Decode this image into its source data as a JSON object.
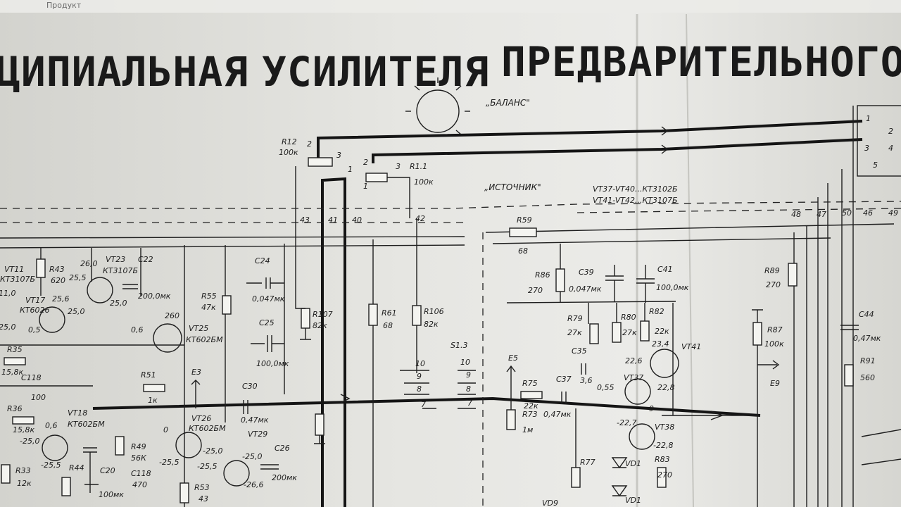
{
  "window": {
    "menu_label": "Продукт"
  },
  "diagram": {
    "title_parts": [
      "ЦИПИАЛЬНАЯ",
      "УСИЛИТЕЛЯ",
      "ПРЕДВАРИТЕЛЬНОГО"
    ],
    "knob_label": "„БАЛАНС\"",
    "source_label": "„ИСТОЧНИК\"",
    "transistor_note_1": "VT37-VT40...КТ3102Б",
    "transistor_note_2": "VT41-VT42...КТ3107Б",
    "r12": {
      "name": "R12",
      "value": "100к"
    },
    "r11": {
      "name": "R1.1",
      "value": "100к"
    },
    "r59": {
      "name": "R59",
      "value": "68"
    },
    "r43": {
      "name": "R43",
      "value": "620"
    },
    "c22": {
      "name": "C22",
      "value": "200,0мк"
    },
    "c24": {
      "name": "C24",
      "value": "0,047мк"
    },
    "c25": {
      "name": "C25",
      "value": "100,0мк"
    },
    "r55": {
      "name": "R55",
      "value": "47к"
    },
    "r107": {
      "name": "R107",
      "value": "82к"
    },
    "r61": {
      "name": "R61",
      "value": "68"
    },
    "r106": {
      "name": "R106",
      "value": "82к"
    },
    "r86": {
      "name": "R86",
      "value": "270"
    },
    "c39": {
      "name": "C39",
      "value": "0,047мк"
    },
    "c41": {
      "name": "C41",
      "value": "100,0мк"
    },
    "r89": {
      "name": "R89",
      "value": "270"
    },
    "c44": {
      "name": "C44",
      "value": "0,47мк"
    },
    "r79": {
      "name": "R79",
      "value": "27к"
    },
    "r80": {
      "name": "R80",
      "value": "27к"
    },
    "r82": {
      "name": "R82",
      "value": "22к"
    },
    "r87": {
      "name": "R87",
      "value": "100к"
    },
    "r91": {
      "name": "R91",
      "value": "560"
    },
    "r35": {
      "name": "R35",
      "value": "15,8к"
    },
    "r36": {
      "name": "R36",
      "value": "15,8к"
    },
    "r51": {
      "name": "R51",
      "value": "1к"
    },
    "c30": {
      "name": "C30",
      "value": "0,47мк"
    },
    "c26": {
      "name": "C26",
      "value": "200мк"
    },
    "r49": {
      "name": "R49",
      "value": "56К"
    },
    "c18b": {
      "name": "C118",
      "value": "470"
    },
    "r53": {
      "name": "R53",
      "value": "43"
    },
    "r33": {
      "name": "R33",
      "value": "12к"
    },
    "r44": {
      "name": "R44",
      "value": ""
    },
    "c20": {
      "name": "C20",
      "value": "100мк"
    },
    "r75": {
      "name": "R75",
      "value": "22к"
    },
    "c37": {
      "name": "C37",
      "value": "0,47мк"
    },
    "r73": {
      "name": "R73",
      "value": "1м"
    },
    "r77": {
      "name": "R77",
      "value": ""
    },
    "r83": {
      "name": "R83",
      "value": "270"
    },
    "c35": {
      "name": "C35",
      "value": ""
    },
    "transistors": {
      "vt11": "VT11",
      "vt11_type": "КТ3107Б",
      "vt23": "VT23",
      "vt23_type": "КТ3107Б",
      "vt17": "VT17",
      "vt17_type": "КТ6026",
      "vt25": "VT25",
      "vt25_type": "КТ602БМ",
      "vt18": "VT18",
      "vt18_type": "КТ602БМ",
      "vt26": "VT26",
      "vt26_type": "КТ602БМ",
      "vt29": "VT29",
      "vt37": "VT37",
      "vt38": "VT38",
      "vt41": "VT41",
      "vd1": "VD1",
      "vd9": "VD9"
    },
    "nodes": {
      "e3": "E3",
      "e5": "E5",
      "e9": "E9",
      "s13": "S1.3",
      "pins_left": [
        "43",
        "41",
        "40",
        "42"
      ],
      "pins_right": [
        "48",
        "47",
        "50",
        "46",
        "49"
      ],
      "pot_pins": [
        "2",
        "3",
        "1",
        "2",
        "3",
        "1"
      ],
      "connector": [
        "1",
        "2",
        "3",
        "4",
        "5"
      ],
      "s13_pins_a": [
        "10",
        "9",
        "8",
        "7"
      ],
      "s13_pins_b": [
        "10",
        "9",
        "8",
        "7"
      ]
    },
    "voltages": {
      "v260a": "26,0",
      "v255": "25,5",
      "v250a": "25,0",
      "v250b": "25,0",
      "v256": "25,6",
      "v250c": "25,0",
      "v05": "0,5",
      "v06a": "0,6",
      "v260b": "260",
      "v250d": "25,0",
      "v110": "11,0",
      "v06b": "0,6",
      "vm250a": "-25,0",
      "vm255a": "-25,5",
      "v0": "0",
      "vm250b": "-25,0",
      "vm255b": "-25,5",
      "vm255c": "-25,5",
      "vm250c": "-25,0",
      "vm266": "-26,6",
      "v226": "22,6",
      "v234": "23,4",
      "v228": "22,8",
      "v36": "3,6",
      "v055": "0,55",
      "v227": "-22,7",
      "vm228": "-22,8",
      "v9": "9",
      "v100": "100"
    }
  }
}
